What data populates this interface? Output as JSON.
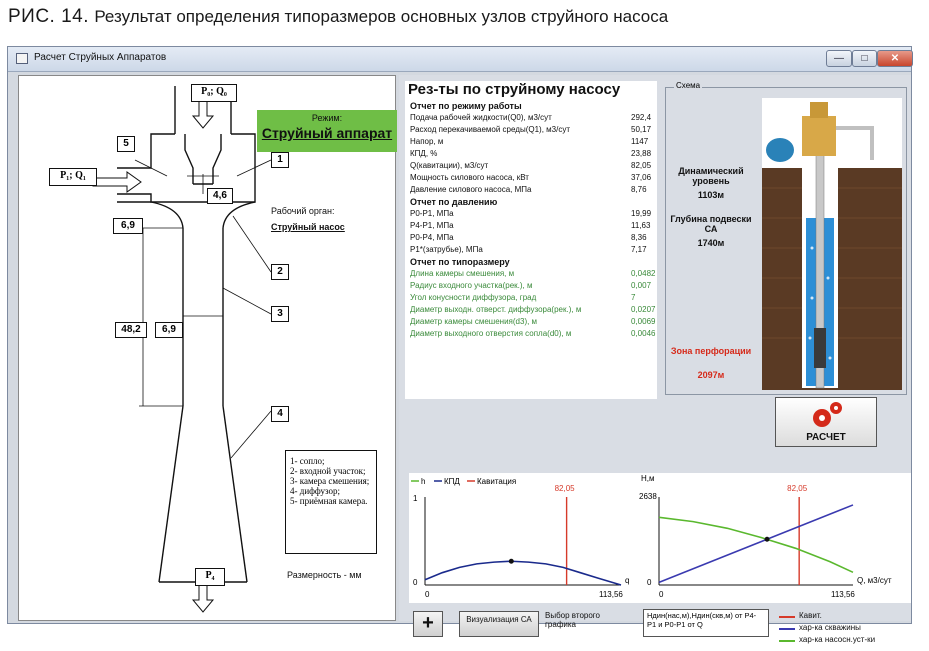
{
  "caption": {
    "prefix": "РИС. 14.",
    "text": "Результат определения типоразмеров основных узлов струйного насоса"
  },
  "window": {
    "title": "Расчет Струйных Аппаратов",
    "min": "—",
    "max": "□",
    "close": "✕"
  },
  "diagram": {
    "p0": "P₀; Q₀",
    "p1": "P₁; Q₁",
    "p4": "P₄",
    "rezhim_label": "Режим:",
    "rezhim_value": "Струйный аппарат",
    "organ_label": "Рабочий орган:",
    "organ_value": "Струйный насос",
    "dim_46": "4,6",
    "dim_69a": "6,9",
    "dim_482": "48,2",
    "dim_69b": "6,9",
    "n1": "1",
    "n2": "2",
    "n3": "3",
    "n4": "4",
    "n5": "5",
    "legend": [
      "1- сопло;",
      "2- входной участок;",
      "3- камера смешения;",
      "4- диффузор;",
      "5- приёмная камера."
    ],
    "units": "Размерность - мм"
  },
  "results": {
    "title": "Рез-ты по струйному насосу",
    "sections": [
      {
        "heading": "Отчет по режиму работы",
        "green": false,
        "rows": [
          {
            "label": "Подача рабочей жидкости(Q0), м3/сут",
            "value": "292,4"
          },
          {
            "label": "Расход перекачиваемой среды(Q1), м3/сут",
            "value": "50,17"
          },
          {
            "label": "Напор, м",
            "value": "1147"
          },
          {
            "label": "КПД, %",
            "value": "23,88"
          },
          {
            "label": "Q(кавитации), м3/сут",
            "value": "82,05"
          },
          {
            "label": "Мощность силового насоса, кВт",
            "value": "37,06"
          },
          {
            "label": "Давление силового насоса, МПа",
            "value": "8,76"
          }
        ]
      },
      {
        "heading": "Отчет по давлению",
        "green": false,
        "rows": [
          {
            "label": "P0-P1, МПа",
            "value": "19,99"
          },
          {
            "label": "P4-P1, МПа",
            "value": "11,63"
          },
          {
            "label": "P0-P4, МПа",
            "value": "8,36"
          },
          {
            "label": "P1*(затрубье), МПа",
            "value": "7,17"
          }
        ]
      },
      {
        "heading": "Отчет по типоразмеру",
        "green": true,
        "rows": [
          {
            "label": "Длина камеры смешения, м",
            "value": "0,0482"
          },
          {
            "label": "Радиус входного участка(рек.), м",
            "value": "0,007"
          },
          {
            "label": "Угол конусности диффузора, град",
            "value": "7"
          },
          {
            "label": "Диаметр выходн. отверст. диффузора(рек.), м",
            "value": "0,0207"
          },
          {
            "label": "Диаметр камеры смешения(d3), м",
            "value": "0,0069"
          },
          {
            "label": "Диаметр выходного отверстия сопла(d0), м",
            "value": "0,0046"
          }
        ]
      }
    ]
  },
  "schema": {
    "legend": "Схема",
    "dyn_label": "Динамический уровень",
    "dyn_value": "1103м",
    "depth_label": "Глубина подвески СА",
    "depth_value": "1740м",
    "zone_label": "Зона перфорации",
    "zone_value": "2097м"
  },
  "calc_button": "РАСЧЕТ",
  "chart_data": [
    {
      "type": "line",
      "title": "",
      "legend": [
        "h",
        "КПД",
        "Кавитация"
      ],
      "ylabel_top": "1",
      "ylabel_bottom": "0",
      "xlabel": "q",
      "x_start": "0",
      "x_end": "113,56",
      "xlim": [
        0,
        113.56
      ],
      "ylim": [
        0,
        1
      ],
      "cavitation_x": 82.05,
      "cavitation_label": "82,05",
      "series": [
        {
          "name": "КПД",
          "color": "#1a2a8c",
          "x": [
            0,
            10,
            20,
            30,
            40,
            50,
            60,
            70,
            80,
            90,
            100,
            113.56
          ],
          "y": [
            0.06,
            0.14,
            0.2,
            0.24,
            0.26,
            0.27,
            0.26,
            0.24,
            0.2,
            0.14,
            0.08,
            0.0
          ]
        }
      ]
    },
    {
      "type": "line",
      "title": "",
      "ylabel": "H,м",
      "ytop": "2638",
      "ybottom": "0",
      "xlabel": "Q, м3/сут",
      "x_start": "0",
      "x_end": "113,56",
      "xlim": [
        0,
        113.56
      ],
      "ylim": [
        0,
        2638
      ],
      "cavitation_x": 82.05,
      "cavitation_label": "82,05",
      "series": [
        {
          "name": "хар-ка скважины",
          "color": "#3a3ab0",
          "x": [
            0,
            113.56
          ],
          "y": [
            80,
            2400
          ]
        },
        {
          "name": "хар-ка насосн.уст-ки",
          "color": "#5ab82e",
          "x": [
            0,
            20,
            40,
            60,
            80,
            100,
            113.56
          ],
          "y": [
            2030,
            1900,
            1700,
            1420,
            1100,
            700,
            380
          ]
        }
      ]
    }
  ],
  "controls": {
    "plus": "+",
    "visual_btn": "Визуализация СА",
    "choose_label": "Выбор второго графика",
    "combo_text": "Ндин(нас,м),Ндин(скв,м) от P4-P1 и P0-P1 от Q",
    "legend2": [
      "Кавит.",
      "хар-ка скважины",
      "хар-ка насосн.уст-ки"
    ],
    "legend2_colors": [
      "#d63a2a",
      "#3a3ab0",
      "#5ab82e"
    ]
  }
}
